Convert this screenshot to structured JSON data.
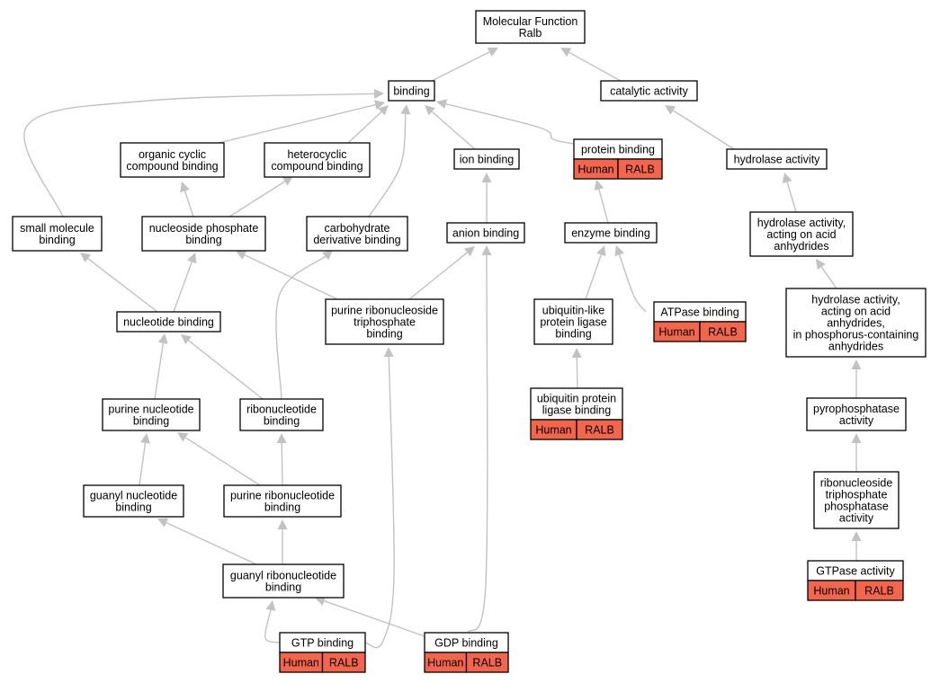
{
  "diagram": {
    "nodes": [
      {
        "id": "mf",
        "lines": [
          "Molecular Function",
          "Ralb"
        ]
      },
      {
        "id": "binding",
        "lines": [
          "binding"
        ]
      },
      {
        "id": "catalytic",
        "lines": [
          "catalytic activity"
        ]
      },
      {
        "id": "organic",
        "lines": [
          "organic cyclic",
          "compound binding"
        ]
      },
      {
        "id": "hetero",
        "lines": [
          "heterocyclic",
          "compound binding"
        ]
      },
      {
        "id": "ion",
        "lines": [
          "ion binding"
        ]
      },
      {
        "id": "protein",
        "lines": [
          "protein binding"
        ],
        "annotations": [
          "Human",
          "RALB"
        ]
      },
      {
        "id": "hydrolase",
        "lines": [
          "hydrolase activity"
        ]
      },
      {
        "id": "smallmol",
        "lines": [
          "small molecule",
          "binding"
        ]
      },
      {
        "id": "nucphos",
        "lines": [
          "nucleoside phosphate",
          "binding"
        ]
      },
      {
        "id": "carb",
        "lines": [
          "carbohydrate",
          "derivative binding"
        ]
      },
      {
        "id": "anion",
        "lines": [
          "anion binding"
        ]
      },
      {
        "id": "enzyme",
        "lines": [
          "enzyme binding"
        ]
      },
      {
        "id": "hydacid",
        "lines": [
          "hydrolase activity,",
          "acting on acid",
          "anhydrides"
        ]
      },
      {
        "id": "nucleotide",
        "lines": [
          "nucleotide binding"
        ]
      },
      {
        "id": "purrntp",
        "lines": [
          "purine ribonucleoside",
          "triphosphate",
          "binding"
        ]
      },
      {
        "id": "ubl",
        "lines": [
          "ubiquitin-like",
          "protein ligase",
          "binding"
        ]
      },
      {
        "id": "atpase",
        "lines": [
          "ATPase binding"
        ],
        "annotations": [
          "Human",
          "RALB"
        ]
      },
      {
        "id": "hydphos",
        "lines": [
          "hydrolase activity,",
          "acting on acid",
          "anhydrides,",
          "in phosphorus-containing",
          "anhydrides"
        ]
      },
      {
        "id": "purnuc",
        "lines": [
          "purine nucleotide",
          "binding"
        ]
      },
      {
        "id": "ribonuc",
        "lines": [
          "ribonucleotide",
          "binding"
        ]
      },
      {
        "id": "ubiq",
        "lines": [
          "ubiquitin protein",
          "ligase binding"
        ],
        "annotations": [
          "Human",
          "RALB"
        ]
      },
      {
        "id": "pyro",
        "lines": [
          "pyrophosphatase",
          "activity"
        ]
      },
      {
        "id": "guanyl",
        "lines": [
          "guanyl nucleotide",
          "binding"
        ]
      },
      {
        "id": "purribo",
        "lines": [
          "purine ribonucleotide",
          "binding"
        ]
      },
      {
        "id": "rntpase",
        "lines": [
          "ribonucleoside",
          "triphosphate",
          "phosphatase",
          "activity"
        ]
      },
      {
        "id": "guanylribo",
        "lines": [
          "guanyl ribonucleotide",
          "binding"
        ]
      },
      {
        "id": "gtpase",
        "lines": [
          "GTPase activity"
        ],
        "annotations": [
          "Human",
          "RALB"
        ]
      },
      {
        "id": "gtp",
        "lines": [
          "GTP binding"
        ],
        "annotations": [
          "Human",
          "RALB"
        ]
      },
      {
        "id": "gdp",
        "lines": [
          "GDP binding"
        ],
        "annotations": [
          "Human",
          "RALB"
        ]
      }
    ],
    "edges": [
      {
        "from": "binding",
        "to": "mf"
      },
      {
        "from": "catalytic",
        "to": "mf"
      },
      {
        "from": "organic",
        "to": "binding"
      },
      {
        "from": "hetero",
        "to": "binding"
      },
      {
        "from": "ion",
        "to": "binding"
      },
      {
        "from": "protein",
        "to": "binding"
      },
      {
        "from": "smallmol",
        "to": "binding"
      },
      {
        "from": "carb",
        "to": "binding"
      },
      {
        "from": "hydrolase",
        "to": "catalytic"
      },
      {
        "from": "nucphos",
        "to": "organic"
      },
      {
        "from": "nucphos",
        "to": "hetero"
      },
      {
        "from": "anion",
        "to": "ion"
      },
      {
        "from": "enzyme",
        "to": "protein"
      },
      {
        "from": "hydacid",
        "to": "hydrolase"
      },
      {
        "from": "nucleotide",
        "to": "smallmol"
      },
      {
        "from": "nucleotide",
        "to": "nucphos"
      },
      {
        "from": "purrntp",
        "to": "nucphos"
      },
      {
        "from": "purrntp",
        "to": "anion"
      },
      {
        "from": "ubl",
        "to": "enzyme"
      },
      {
        "from": "atpase",
        "to": "enzyme"
      },
      {
        "from": "hydphos",
        "to": "hydacid"
      },
      {
        "from": "purnuc",
        "to": "nucleotide"
      },
      {
        "from": "ribonuc",
        "to": "nucleotide"
      },
      {
        "from": "ribonuc",
        "to": "carb"
      },
      {
        "from": "ubiq",
        "to": "ubl"
      },
      {
        "from": "pyro",
        "to": "hydphos"
      },
      {
        "from": "guanyl",
        "to": "purnuc"
      },
      {
        "from": "purribo",
        "to": "purnuc"
      },
      {
        "from": "purribo",
        "to": "ribonuc"
      },
      {
        "from": "rntpase",
        "to": "pyro"
      },
      {
        "from": "guanylribo",
        "to": "guanyl"
      },
      {
        "from": "guanylribo",
        "to": "purribo"
      },
      {
        "from": "gtpase",
        "to": "rntpase"
      },
      {
        "from": "gtp",
        "to": "guanylribo"
      },
      {
        "from": "gtp",
        "to": "purrntp"
      },
      {
        "from": "gdp",
        "to": "guanylribo"
      },
      {
        "from": "gdp",
        "to": "anion"
      }
    ]
  }
}
